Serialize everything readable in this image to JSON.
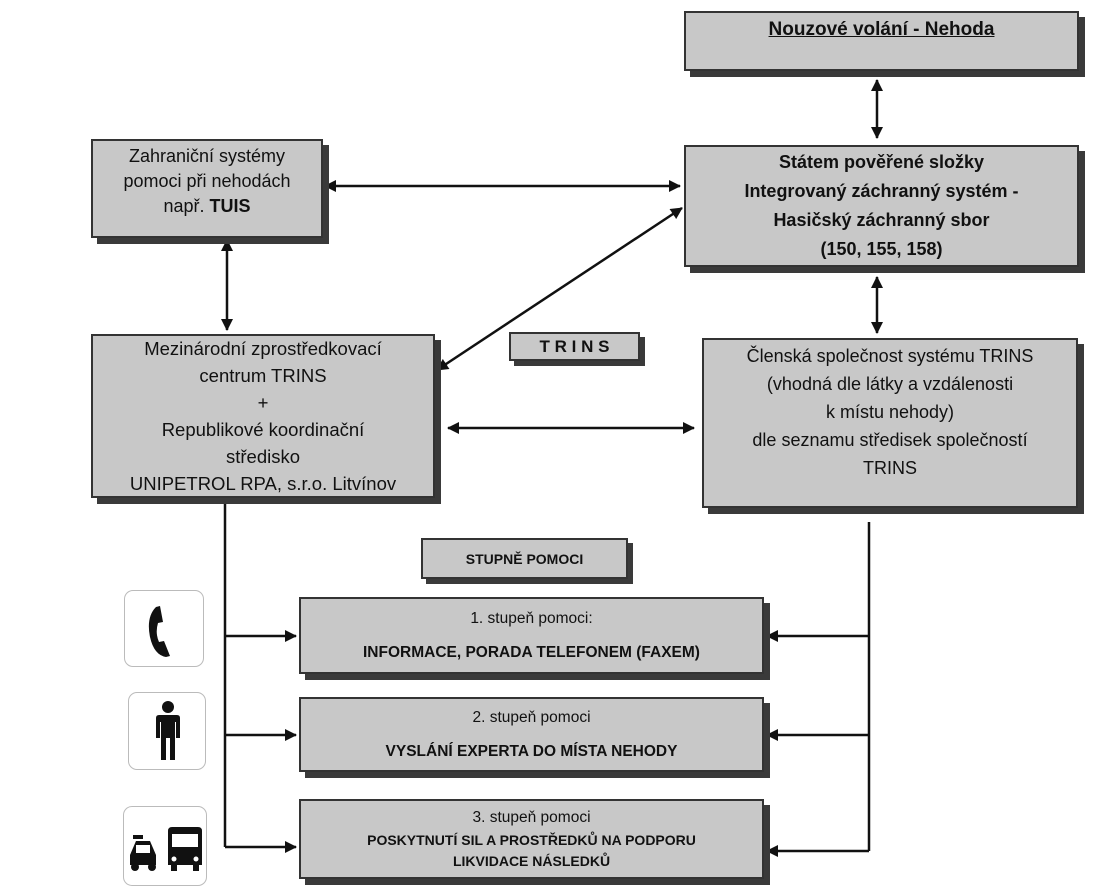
{
  "emergency": {
    "title": "Nouzové volání - Nehoda"
  },
  "foreign": {
    "line1": "Zahraniční systémy",
    "line2": "pomoci při nehodách",
    "line3_prefix": "např.",
    "line3_bold": "TUIS"
  },
  "state": {
    "line1": "Státem pověřené složky",
    "line2": "Integrovaný záchranný systém  -",
    "line3": "Hasičský záchranný sbor",
    "line4": "(150, 155, 158)"
  },
  "center": {
    "line1": "Mezinárodní zprostředkovací",
    "line2": "centrum TRINS",
    "line3": "+",
    "line4": "Republikové koordinační",
    "line5": "středisko",
    "line6": "UNIPETROL RPA, s.r.o. Litvínov"
  },
  "member": {
    "line1": "Členská společnost systému TRINS",
    "line2": "(vhodná dle látky a vzdálenosti",
    "line3": "k místu nehody)",
    "line4": "dle seznamu středisek společností",
    "line5": "TRINS"
  },
  "trins_label": "T R I N S",
  "levels_label": "STUPNĚ  POMOCI",
  "levels": [
    {
      "heading": "1. stupeň pomoci:",
      "line1": "INFORMACE, PORADA  TELEFONEM (FAXEM)"
    },
    {
      "heading": "2. stupeň pomoci",
      "line1": "VYSLÁNÍ  EXPERTA DO  MÍSTA NEHODY"
    },
    {
      "heading": "3. stupeň pomoci",
      "line1": "POSKYTNUTÍ  SIL  A  PROSTŘEDKŮ NA PODPORU",
      "line2": "LIKVIDACE  NÁSLEDKŮ"
    }
  ],
  "icons": [
    "telephone-icon",
    "person-icon",
    "vehicles-icon"
  ]
}
